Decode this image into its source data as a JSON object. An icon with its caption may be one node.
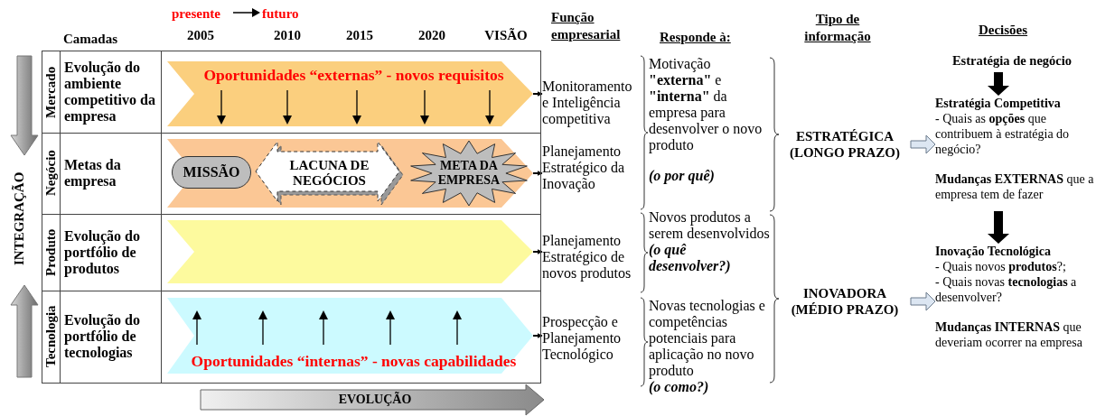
{
  "diagram": {
    "nodes": [
      {
        "text": [
          "Oportunidades “externas” - novos requisitos"
        ]
      },
      {
        "text": [],
        "shape": "bar"
      },
      {
        "text": [
          "MISSÃO"
        ],
        "in": 1
      },
      {
        "text": [
          "LACUNA DE NEGÓCIOS"
        ],
        "in": 1
      },
      {
        "text": [
          "META DA EMPRESA"
        ],
        "in": 1
      },
      {
        "text": [],
        "shape": "bar"
      },
      {
        "text": [
          "Oportunidades “internas” - novas capabilidades"
        ]
      },
      {
        "text": [
          "Monitoramento e Inteligência competitiva"
        ]
      },
      {
        "text": [
          "Planejamento Estratégico da Inovação"
        ]
      },
      {
        "text": [
          "Planejamento Estratégico de novos produtos"
        ]
      },
      {
        "text": [
          "Prospecção e Planejamento Tecnológico"
        ]
      },
      {
        "text": [
          "Motivação **\"externa\"** e **\"interna\"** da empresa para desenvolver o novo produto",
          "(o por quê)"
        ]
      },
      {
        "text": [
          "Novos produtos a serem desenvolvidos",
          "(o quê desenvolver?)"
        ]
      },
      {
        "text": [
          "Novas tecnologias e competências potenciais para aplicação no novo produto",
          "(o como?)"
        ]
      },
      {
        "text": [
          "ESTRATÉGICA (LONGO PRAZO)"
        ]
      },
      {
        "text": [
          "INOVADORA (MÉDIO PRAZO)"
        ]
      },
      {
        "text": [
          "Estratégia de negócio"
        ]
      },
      {
        "text": [
          "Estratégia Competitiva",
          "- Quais as **opções** que contribuem à estratégia do negócio?",
          "**Mudanças EXTERNAS** que a empresa tem de fazer"
        ]
      },
      {
        "text": [
          "Inovação Tecnológica",
          "- Quais novos **produtos**?;",
          "- Quais novas **tecnologias** a desenvolver?",
          "**Mudanças INTERNAS** que deveriam ocorrer na empresa"
        ]
      }
    ],
    "edges": [
      {
        "from": 0,
        "to": 7,
        "arrow": "to"
      },
      {
        "from": 1,
        "to": 8,
        "arrow": "to"
      },
      {
        "from": 5,
        "to": 9,
        "arrow": "to"
      },
      {
        "from": 6,
        "to": 10,
        "arrow": "to"
      },
      {
        "from": 14,
        "to": 17,
        "arrow": "to",
        "style": "thick",
        "color": "#dce6f2"
      },
      {
        "from": 15,
        "to": 18,
        "arrow": "to",
        "style": "thick",
        "color": "#dce6f2"
      },
      {
        "from": 16,
        "to": 17,
        "arrow": "to",
        "style": "thick"
      },
      {
        "from": 17,
        "to": 18,
        "arrow": "to",
        "style": "thick"
      }
    ],
    "labels": [
      "Camadas",
      "presente",
      "futuro",
      "2005",
      "2010",
      "2015",
      "2020",
      "VISÃO",
      "Função empresarial",
      "Responde à:",
      "Tipo de informação",
      "Decisões",
      "Mercado",
      "Evolução do ambiente competitivo da empresa",
      "Negócio",
      "Metas da empresa",
      "Produto",
      "Evolução do portfólio de produtos",
      "Tecnologia",
      "Evolução do portfólio de tecnologias",
      "INTEGRAÇÃO",
      "EVOLUÇÃO"
    ]
  }
}
